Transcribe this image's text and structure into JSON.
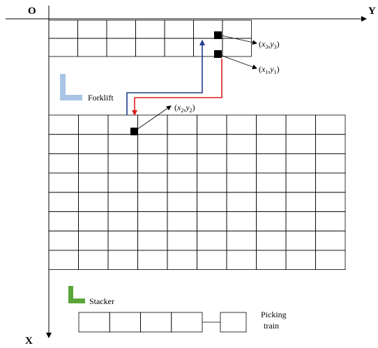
{
  "axes": {
    "origin": "O",
    "x_axis": "X",
    "y_axis": "Y"
  },
  "upper_rack": {
    "rows": 2,
    "cols": 7
  },
  "lower_rack": {
    "rows": 8,
    "cols": 10
  },
  "points": {
    "p3": {
      "base": "x",
      "sub": "3",
      "base2": "y",
      "sub2": "3"
    },
    "p1": {
      "base": "x",
      "sub": "1",
      "base2": "y",
      "sub2": "1"
    },
    "p2": {
      "base": "x",
      "sub": "2",
      "base2": "y",
      "sub2": "2"
    }
  },
  "forklift": {
    "label": "Forklift",
    "color": "#a9c4e4"
  },
  "stacker": {
    "label": "Stacker",
    "color": "#5aa63a"
  },
  "picking_train": {
    "label_line1": "Picking",
    "label_line2": "train",
    "cells": 4
  },
  "paths": {
    "blue_color": "#1f3a8a",
    "red_color": "#e01b1b"
  }
}
